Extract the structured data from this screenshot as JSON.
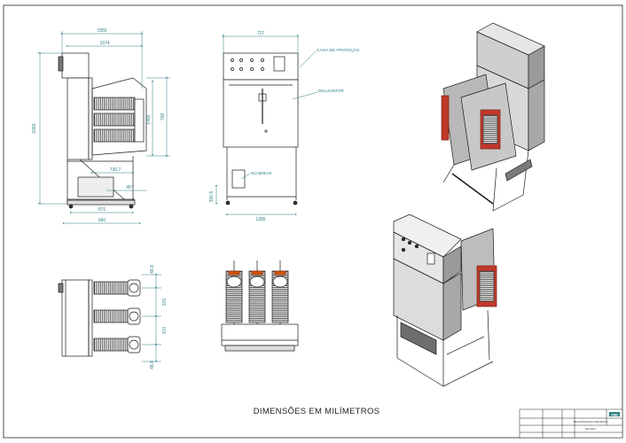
{
  "side_view": {
    "dims": {
      "overall_width": "1950",
      "inner_width": "1674",
      "height_total": "2260",
      "height_mid": "1493",
      "height_right": "768",
      "lower_depth": "700.7",
      "angle": "45°",
      "base_depth": "571",
      "base_width": "660"
    }
  },
  "front_view": {
    "dims": {
      "top_width": "727",
      "bottom_width": "1285",
      "small_height": "300.5"
    },
    "labels": {
      "protection_box": "CAIXA DE PROTEÇÃO",
      "disconnector": "DELIJUNTOR",
      "tank": "NO BREAK"
    }
  },
  "top_view": {
    "dims": {
      "d1": "48.8",
      "d2": "370",
      "d3": "370",
      "d4": "48.8"
    }
  },
  "caption": "DIMENSÕES EM MILÍMETROS",
  "title_block": {
    "title_line1": "SECCIONADOR TRIFÁSICO",
    "title_line2": "DE 15KV",
    "logo": "ABB"
  },
  "colors": {
    "line": "#1a1a1a",
    "dimension": "#2f7f86",
    "coil_red": "#c0392b",
    "panel_grey": "#cfcfcf"
  }
}
